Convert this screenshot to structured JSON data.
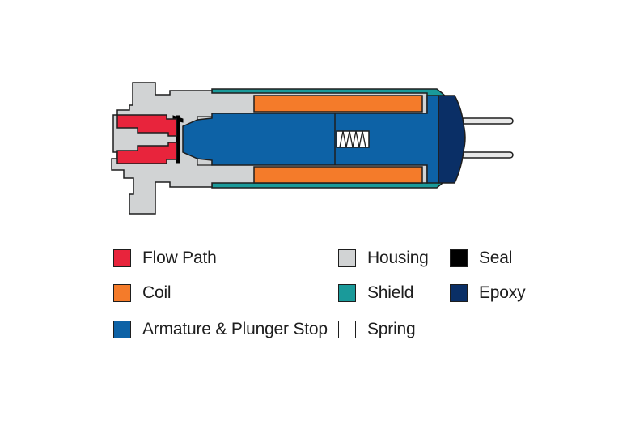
{
  "colors": {
    "flow_path": "#e8243c",
    "coil": "#f47b2a",
    "armature": "#0d62a6",
    "housing": "#d1d3d4",
    "shield": "#1a9a9a",
    "spring": "#ffffff",
    "seal": "#000000",
    "epoxy": "#0a2f66",
    "outline": "#1e1e1e",
    "pin": "#e8e8e8"
  },
  "legend": [
    {
      "label": "Flow Path",
      "color_key": "flow_path"
    },
    {
      "label": "Coil",
      "color_key": "coil"
    },
    {
      "label": "Armature & Plunger Stop",
      "color_key": "armature"
    },
    {
      "label": "Housing",
      "color_key": "housing"
    },
    {
      "label": "Shield",
      "color_key": "shield"
    },
    {
      "label": "Spring",
      "color_key": "spring"
    },
    {
      "label": "Seal",
      "color_key": "seal"
    },
    {
      "label": "Epoxy",
      "color_key": "epoxy"
    }
  ]
}
